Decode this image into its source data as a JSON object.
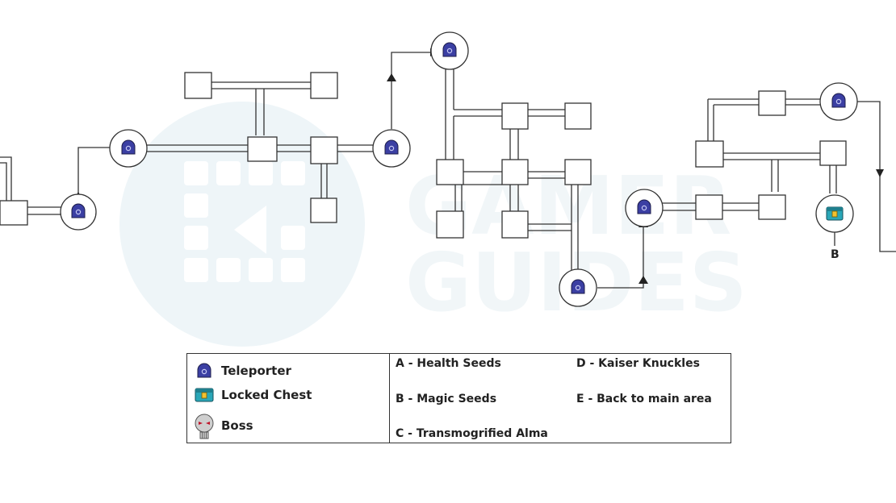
{
  "watermark": {
    "line1": "GAMER",
    "line2": "GUIDES"
  },
  "map_labels": {
    "chest_b": "B"
  },
  "legend": {
    "icons": [
      {
        "icon": "teleporter-icon",
        "label": "Teleporter"
      },
      {
        "icon": "locked-chest-icon",
        "label": "Locked Chest"
      },
      {
        "icon": "boss-skull-icon",
        "label": "Boss"
      }
    ],
    "key": {
      "a": "A - Health Seeds",
      "b": "B - Magic Seeds",
      "c": "C - Transmogrified Alma",
      "d": "D - Kaiser Knuckles",
      "e": "E - Back to main area"
    }
  },
  "colors": {
    "teleporter": "#3b3fa3",
    "chest": "#2aa7b8",
    "watermark": "#eef5f8",
    "outline": "#333333"
  }
}
